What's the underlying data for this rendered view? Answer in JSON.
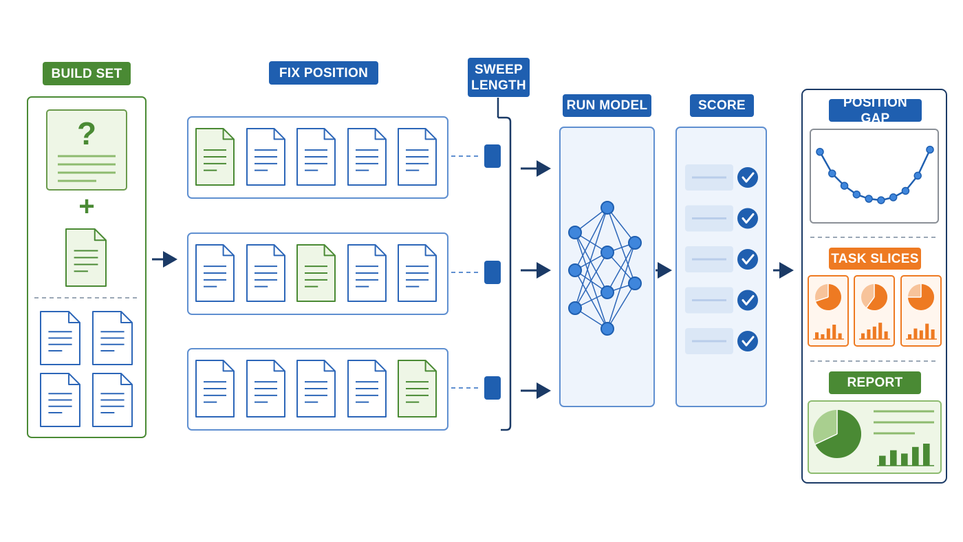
{
  "stages": {
    "build_set": "BUILD SET",
    "fix_position": "FIX POSITION",
    "sweep_length": [
      "SWEEP",
      "LENGTH"
    ],
    "run_model": "RUN MODEL",
    "score": "SCORE",
    "position_gap": "POSITION GAP",
    "task_slices": "TASK SLICES",
    "report": "REPORT"
  },
  "build_set": {
    "question_mark": "?",
    "plus": "+"
  },
  "colors": {
    "green": "#4a8a34",
    "blue": "#1f5fb0",
    "navy": "#1b3a66",
    "orange": "#ee7a22",
    "light_blue_fill": "#eef4fc",
    "light_green_fill": "#eef6e6"
  },
  "icons": {
    "document": "document-icon",
    "neural_net": "neural-network-icon",
    "check": "check-circle-icon",
    "pie": "pie-chart-icon",
    "bar": "bar-chart-icon"
  },
  "fix_position": {
    "rows": [
      {
        "docs": 5,
        "target_index": 0
      },
      {
        "docs": 5,
        "target_index": 2
      },
      {
        "docs": 5,
        "target_index": 4
      }
    ]
  },
  "score": {
    "checks": 5
  },
  "position_gap_curve": [
    0.85,
    0.55,
    0.38,
    0.26,
    0.2,
    0.18,
    0.22,
    0.31,
    0.52,
    0.88
  ],
  "task_slices": [
    {
      "pie_fraction": 0.7,
      "bars": [
        0.35,
        0.25,
        0.55,
        0.75,
        0.3
      ]
    },
    {
      "pie_fraction": 0.6,
      "bars": [
        0.3,
        0.5,
        0.65,
        0.85,
        0.4
      ]
    },
    {
      "pie_fraction": 0.75,
      "bars": [
        0.25,
        0.55,
        0.45,
        0.8,
        0.5
      ]
    }
  ],
  "report": {
    "pie_fraction": 0.68,
    "bars": [
      0.45,
      0.7,
      0.55,
      0.85,
      1.0
    ]
  }
}
